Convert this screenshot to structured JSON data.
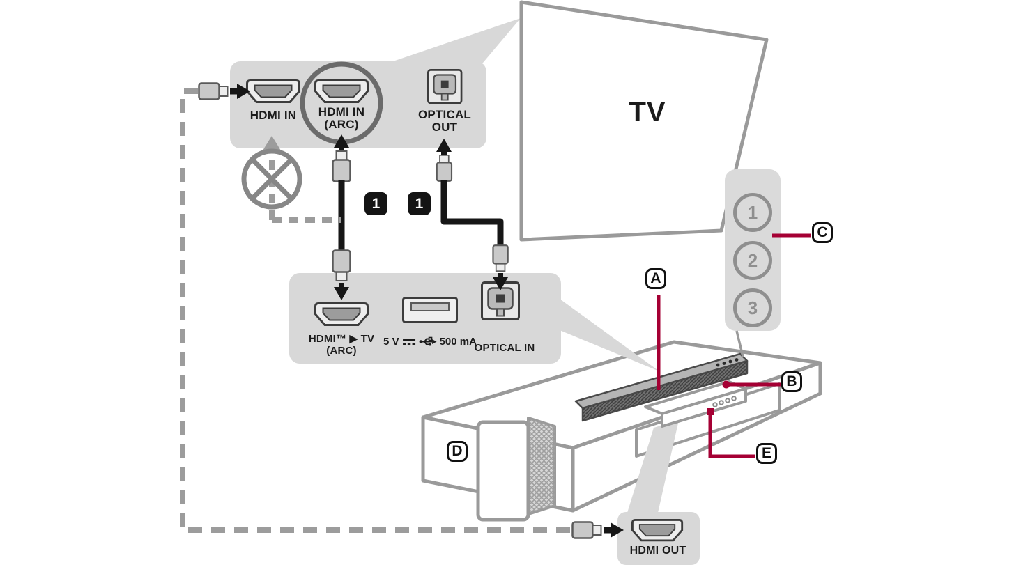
{
  "colors": {
    "accent": "#a50034",
    "panel": "#d8d8d8",
    "outline": "#9a9a9a",
    "cable": "#161616"
  },
  "tv": {
    "label": "TV"
  },
  "tv_ports_panel": {
    "hdmi_in": {
      "label": "HDMI IN"
    },
    "hdmi_in_arc": {
      "line1": "HDMI IN",
      "line2": "(ARC)"
    },
    "optical_out": {
      "line1": "OPTICAL",
      "line2": "OUT"
    }
  },
  "soundbar_ports_panel": {
    "hdmi_arc_out": {
      "line1": "HDMI™ ▶ TV",
      "line2": "(ARC)"
    },
    "usb": {
      "volts": "5 V",
      "current": "500 mA"
    },
    "optical_in": {
      "label": "OPTICAL IN"
    }
  },
  "hdmi_out_panel": {
    "label": "HDMI OUT"
  },
  "steps": {
    "hdmi_cable": "1",
    "optical_cable": "1"
  },
  "callouts": {
    "soundbar": "A",
    "controls": "B",
    "side_buttons": "C",
    "subwoofer": "D",
    "player": "E"
  },
  "side_buttons": [
    "1",
    "2",
    "3"
  ]
}
